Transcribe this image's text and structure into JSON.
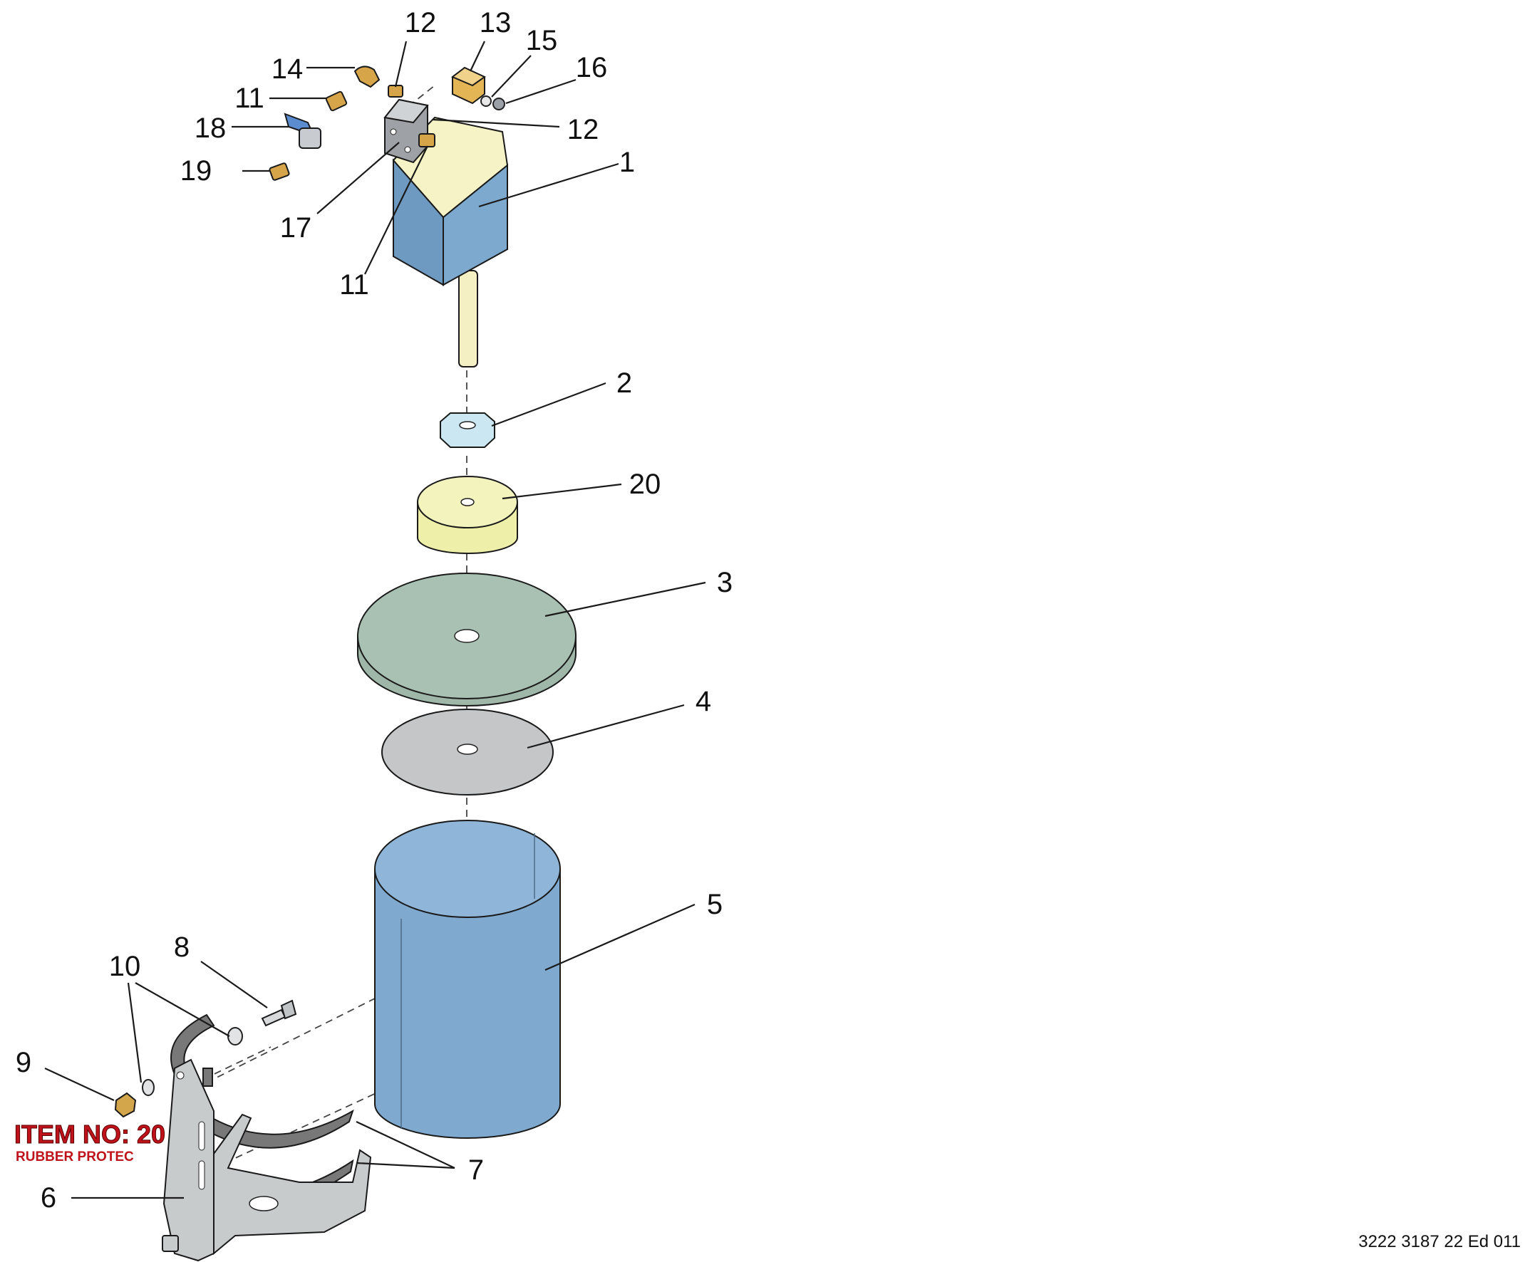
{
  "diagram": {
    "callouts": [
      {
        "id": "c1",
        "text": "1"
      },
      {
        "id": "c2",
        "text": "2"
      },
      {
        "id": "c20",
        "text": "20"
      },
      {
        "id": "c3",
        "text": "3"
      },
      {
        "id": "c4",
        "text": "4"
      },
      {
        "id": "c5",
        "text": "5"
      },
      {
        "id": "c6",
        "text": "6"
      },
      {
        "id": "c7",
        "text": "7"
      },
      {
        "id": "c8",
        "text": "8"
      },
      {
        "id": "c9",
        "text": "9"
      },
      {
        "id": "c10",
        "text": "10"
      },
      {
        "id": "c11a",
        "text": "11"
      },
      {
        "id": "c11b",
        "text": "11"
      },
      {
        "id": "c12a",
        "text": "12"
      },
      {
        "id": "c12b",
        "text": "12"
      },
      {
        "id": "c13",
        "text": "13"
      },
      {
        "id": "c14",
        "text": "14"
      },
      {
        "id": "c15",
        "text": "15"
      },
      {
        "id": "c16",
        "text": "16"
      },
      {
        "id": "c17",
        "text": "17"
      },
      {
        "id": "c18",
        "text": "18"
      },
      {
        "id": "c19",
        "text": "19"
      }
    ],
    "stamp": {
      "title": "ITEM NO: 20",
      "subtitle": "RUBBER PROTEC"
    },
    "footer": "3222 3187 22 Ed 011",
    "colors": {
      "filter_head": "#7ea9cf",
      "filter_top": "#f6f3c6",
      "rod": "#f4f0c4",
      "nut": "#cbe8f2",
      "foam": "#eef0aa",
      "disc": "#a9c1b2",
      "gasket": "#c4c6c7",
      "bowl": "#7fa9cf",
      "bracket": "#c8cbcc",
      "strap": "#787878",
      "stamp": "#c0121a"
    }
  }
}
